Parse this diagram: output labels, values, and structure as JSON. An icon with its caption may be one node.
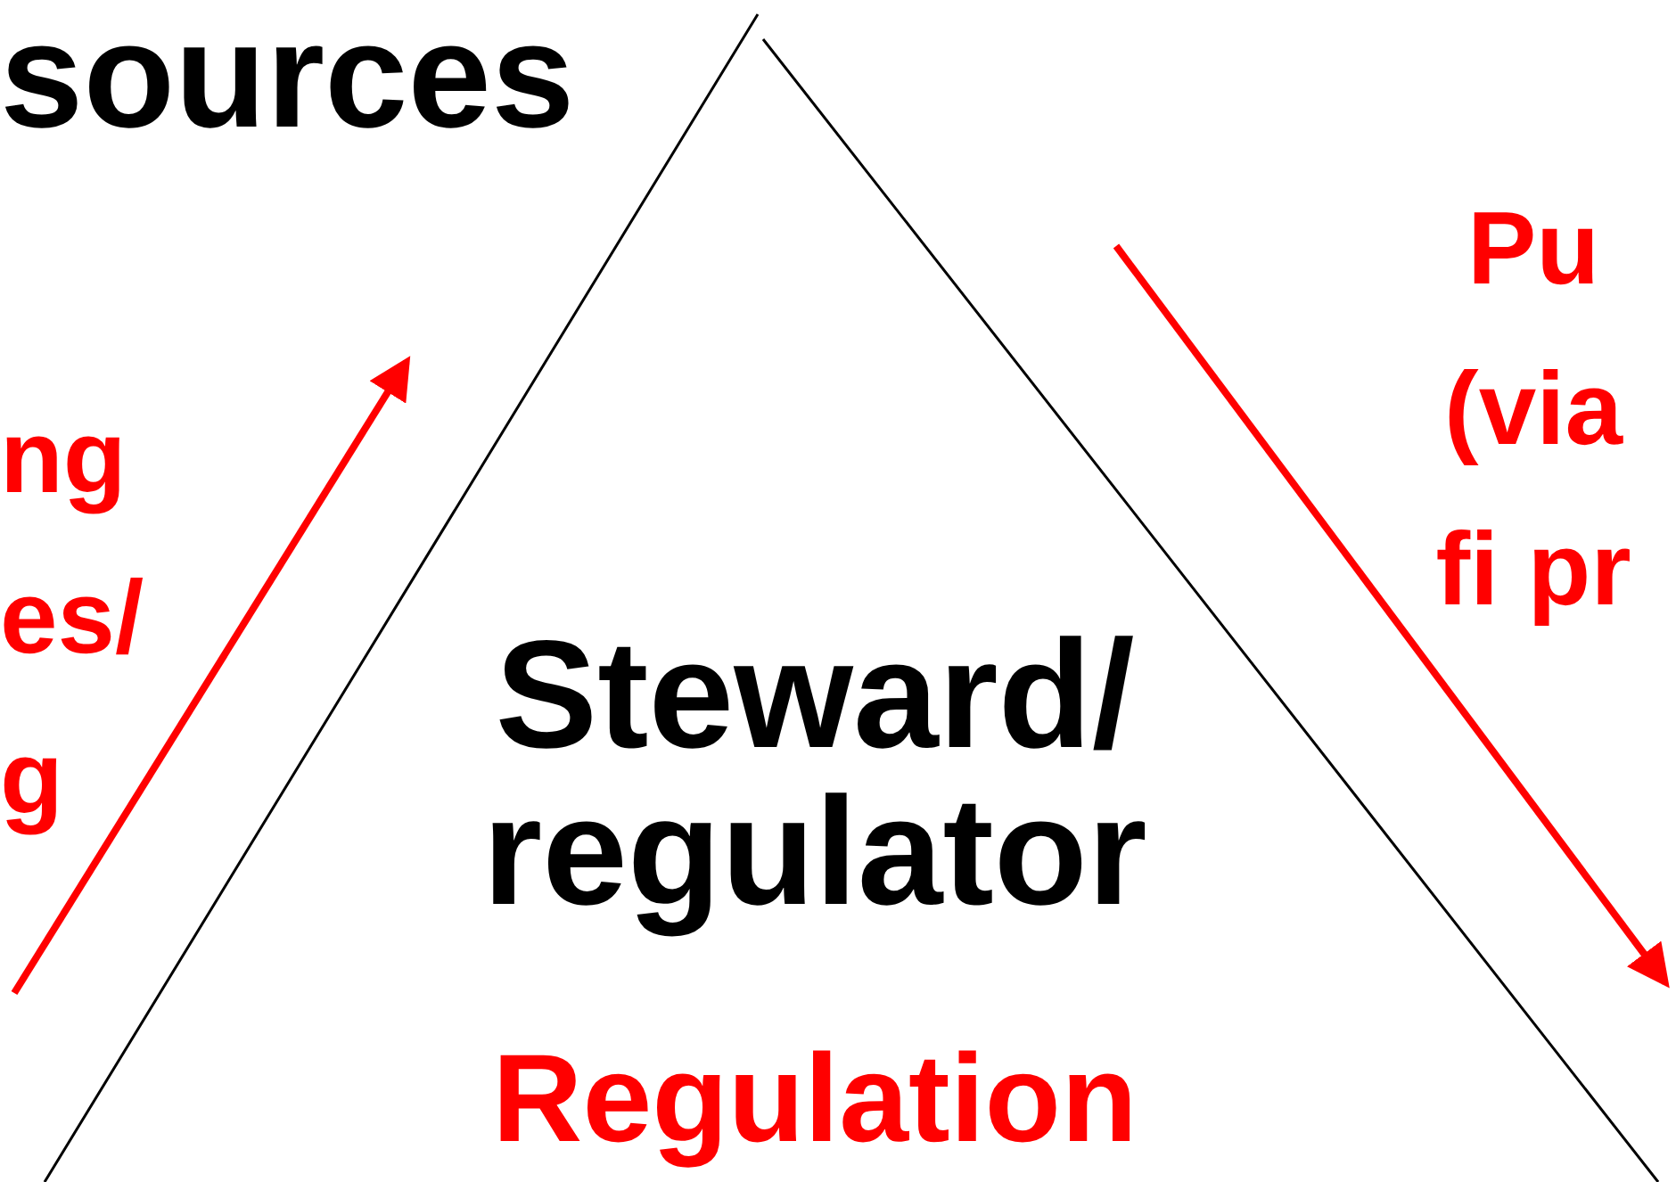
{
  "diagram": {
    "nodes": [
      {
        "text": [
          "Steward/ regulator",
          "Regulation"
        ]
      }
    ],
    "labels": [
      "sources",
      "ng es/ g",
      "Pu (via fi pr"
    ]
  }
}
